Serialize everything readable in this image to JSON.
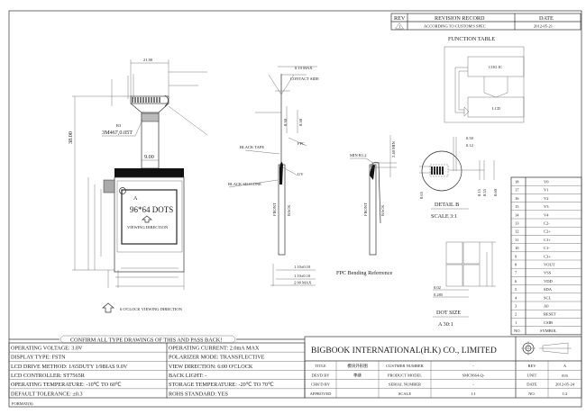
{
  "revision": {
    "headers": {
      "rev": "REV",
      "record": "REVISION RECORD",
      "date": "DATE"
    },
    "row": {
      "rev": "1",
      "record": "ACCORDING TO CUSTOM'S SPEC",
      "date": "2012-05-21"
    }
  },
  "function_table": {
    "title": "FUNCTION TABLE",
    "ic": "COG IC",
    "lcd": "LCD"
  },
  "front_view": {
    "dots": "96*64 DOTS",
    "viewing": "VIEWING DIRECTION",
    "marker": "A",
    "height_dim": "38.00",
    "fpc_width": "9.00",
    "tape": "3M467,0.05T",
    "r3": "R3",
    "width_dim": "21.90",
    "clock_note": "6 O'CLOCK VIEWING DIRECTION"
  },
  "side_view": {
    "max010": "0.10 MAX",
    "contact": "CONTACT SIDE",
    "d050": "0.50",
    "d030": "0.30",
    "fpc": "FPC",
    "black_tape": "BLACK TAPE",
    "uv": "UV",
    "black_silicone": "BLACK SILICONE",
    "dim1": "1.10±0.10",
    "dim2": "1.10±0.10",
    "dim3": "2.90 MAX",
    "front": "FRONT",
    "back": "BACK"
  },
  "bending": {
    "min_r": "MIN R1.2",
    "min240": "2.40 MIN",
    "caption": "FPC  Bending Referrence",
    "front": "FRONT",
    "back": "BACK"
  },
  "detail_b": {
    "d050": "0.50",
    "d012": "0.12",
    "d065": "0.65",
    "d015": "0.15",
    "d035": "0.35",
    "d060": "0.60",
    "title": "DETAIL B",
    "scale": "SCALE 3:1"
  },
  "dot_size": {
    "title": "DOT SIZE",
    "scale": "A   30:1",
    "d002": "0.02",
    "d0285": "0.285"
  },
  "pins": {
    "header": {
      "no": "NO.",
      "symbol": "SYMBOL"
    },
    "rows": [
      {
        "no": "18",
        "symbol": "V0"
      },
      {
        "no": "17",
        "symbol": "V1"
      },
      {
        "no": "16",
        "symbol": "V2"
      },
      {
        "no": "15",
        "symbol": "V3"
      },
      {
        "no": "14",
        "symbol": "V4"
      },
      {
        "no": "13",
        "symbol": "C2-"
      },
      {
        "no": "12",
        "symbol": "C2+"
      },
      {
        "no": "11",
        "symbol": "C1+"
      },
      {
        "no": "10",
        "symbol": "C1-"
      },
      {
        "no": "9",
        "symbol": "C3+"
      },
      {
        "no": "8",
        "symbol": "VOUT"
      },
      {
        "no": "7",
        "symbol": "VSS"
      },
      {
        "no": "6",
        "symbol": "VDD"
      },
      {
        "no": "5",
        "symbol": "SDA"
      },
      {
        "no": "4",
        "symbol": "SCL"
      },
      {
        "no": "3",
        "symbol": "A0"
      },
      {
        "no": "2",
        "symbol": "RESET"
      },
      {
        "no": "1",
        "symbol": "CSIB"
      }
    ]
  },
  "specs": {
    "banner": "CONFIRM ALL TYPE DRAWINGS OF THIS AND PASS BACK!",
    "rows": [
      [
        "OPERATING VOLTAGE: 3.0V",
        "OPERATING CURRENT: 2.0mA MAX"
      ],
      [
        "DISPLAY TYPE:  FSTN",
        "POLARIZER MODE: TRANSFLECTIVE"
      ],
      [
        "LCD DRIVE METHOD: 1/65DUTY 1/9BIAS 9.0V",
        "VIEW DIRECTION: 6:00 O'CLOCK"
      ],
      [
        "LCD CONTROLLER: ST7565R",
        "BACK LIGHT: -"
      ],
      [
        "OPERATING TEMPERATURE: -10℃ TO 60℃",
        "STORAGE TEMPERATURE: -20℃ TO 70℃"
      ],
      [
        "DEFAULT TOLERANCE: ±0.3",
        "ROHS STANDARD: YES"
      ]
    ],
    "format": "FORMAT(6)"
  },
  "title_block": {
    "company": "BIGBOOK INTERNATIONAL(H.K) CO., LIMITED",
    "rows": [
      [
        "TITLE",
        "模块外形图",
        "CUSTMER NUMBER",
        "-",
        "REV",
        "A"
      ],
      [
        "DES'D BY",
        "李继",
        "PRODUCT MODEL",
        "SMC9664-Q-",
        "UNIT",
        "mm"
      ],
      [
        "CHK'D BY",
        "",
        "SERIAL NUMBER",
        "-",
        "DATE",
        "2012-05-24"
      ],
      [
        "APPROVED",
        "",
        "SCALE",
        "1:1",
        "NO.",
        "1/2"
      ]
    ]
  }
}
